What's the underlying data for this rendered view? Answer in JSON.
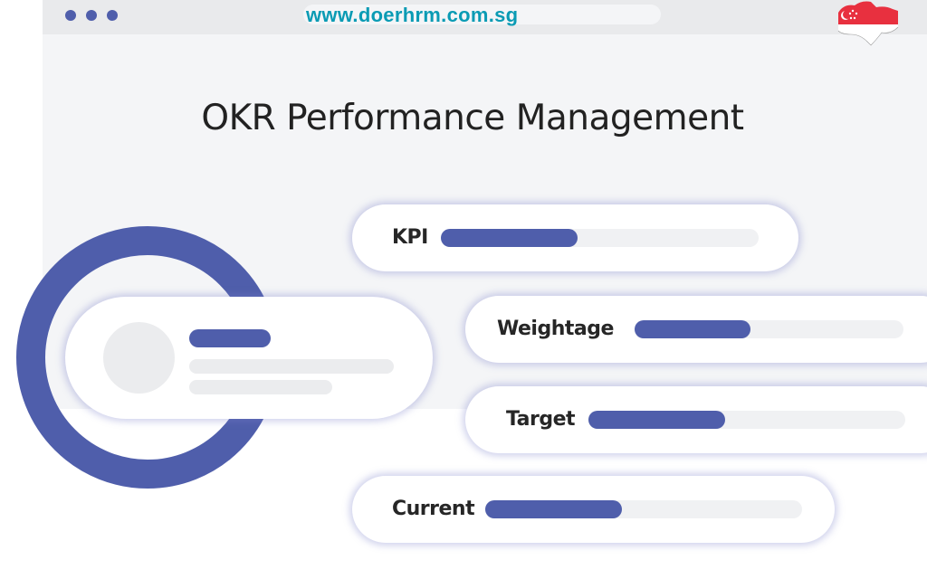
{
  "browser": {
    "url": "www.doerhrm.com.sg",
    "window_dots": 3,
    "accent": "#4f5eab",
    "url_color": "#0a9bb4"
  },
  "flag_icon": "singapore-map-flag",
  "title": "OKR Performance Management",
  "metrics": [
    {
      "label": "KPI",
      "progress": 0.43
    },
    {
      "label": "Weightage",
      "progress": 0.43
    },
    {
      "label": "Target",
      "progress": 0.43
    },
    {
      "label": "Current",
      "progress": 0.43
    }
  ]
}
